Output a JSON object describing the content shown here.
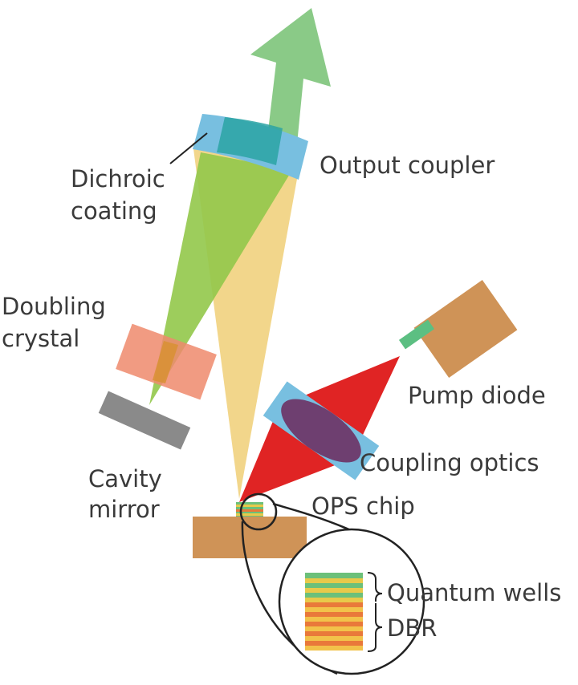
{
  "labels": {
    "output_coupler": "Output coupler",
    "dichroic_line1": "Dichroic",
    "dichroic_line2": "coating",
    "doubling_line1": "Doubling",
    "doubling_line2": "crystal",
    "pump_diode": "Pump diode",
    "coupling_optics": "Coupling optics",
    "cavity_line1": "Cavity",
    "cavity_line2": "mirror",
    "ops_chip": "OPS chip",
    "quantum_wells": "Quantum wells",
    "dbr": "DBR"
  },
  "colors": {
    "green_beam": "#92c84a",
    "output_arrow": "#7dc47a",
    "yellow_beam": "#f1d27e",
    "red_beam": "#e02424",
    "coupler_blue": "#78bfe0",
    "coupler_teal": "#2aa3a3",
    "doubling_crystal": "#ee8a6c",
    "cavity_mirror": "#8a8a8a",
    "diode_body": "#cf9357",
    "chip_mount": "#cf9357",
    "quantum_well_green": "#6cc07a",
    "quantum_well_yellow": "#e8c94a",
    "dbr_orange": "#e9793a",
    "dbr_light": "#f2c24a",
    "lens_purple": "#6e3f70",
    "outline": "#222222"
  }
}
